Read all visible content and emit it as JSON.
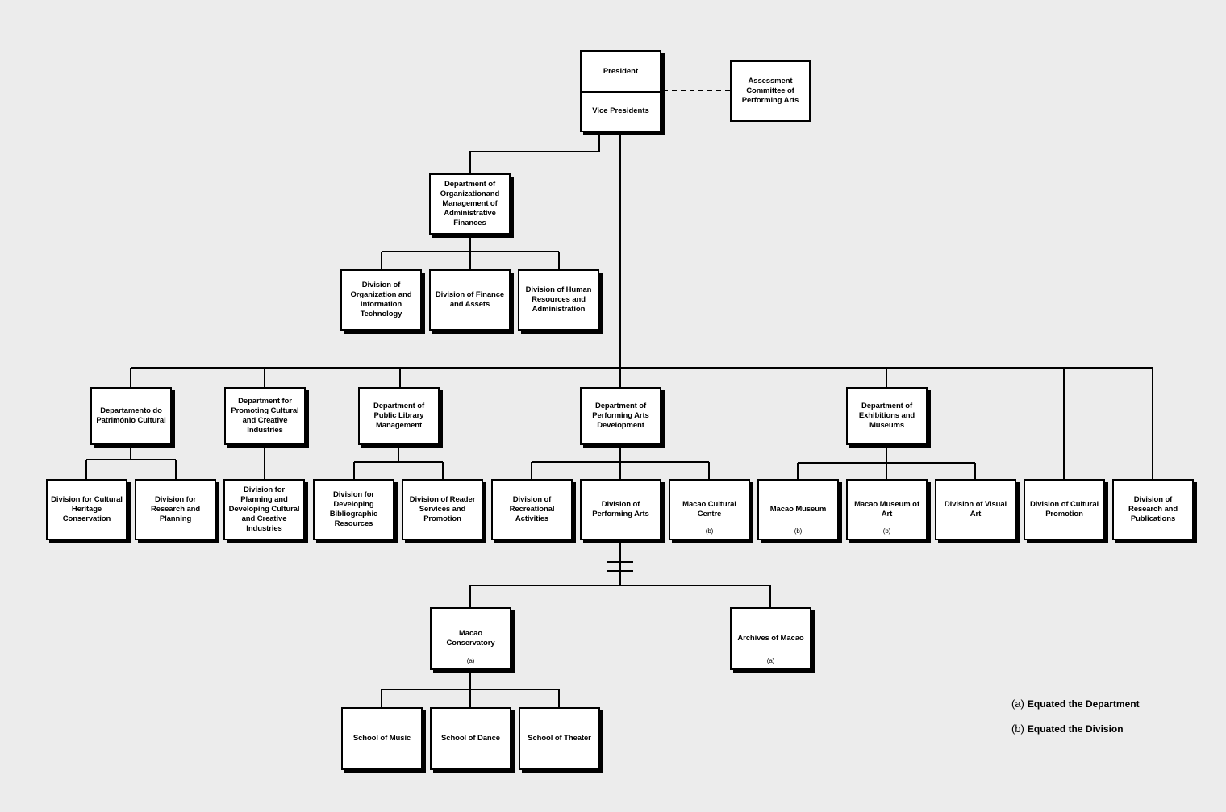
{
  "top": {
    "president": "President",
    "vice_presidents": "Vice Presidents",
    "assessment": "Assessment Committee of Performing Arts"
  },
  "admin": {
    "department": "Department of Organizationand Management of Administrative Finances",
    "divisions": [
      "Division of Organization and Information Technology",
      "Division of Finance and Assets",
      "Division of Human Resources and Administration"
    ]
  },
  "departments": [
    "Departamento do Património Cultural",
    "Department for Promoting Cultural and Creative Industries",
    "Department of Public Library Management",
    "Department of Performing Arts Development",
    "Department of Exhibitions and Museums"
  ],
  "divisions": [
    {
      "label": "Division for Cultural Heritage Conservation",
      "note": ""
    },
    {
      "label": "Division for Research and Planning",
      "note": ""
    },
    {
      "label": "Division for Planning and Developing Cultural and Creative Industries",
      "note": ""
    },
    {
      "label": "Division for Developing Bibliographic Resources",
      "note": ""
    },
    {
      "label": "Division of Reader Services and Promotion",
      "note": ""
    },
    {
      "label": "Division of Recreational Activities",
      "note": ""
    },
    {
      "label": "Division of Performing Arts",
      "note": ""
    },
    {
      "label": "Macao Cultural Centre",
      "note": "(b)"
    },
    {
      "label": "Macao Museum",
      "note": "(b)"
    },
    {
      "label": "Macao Museum of Art",
      "note": "(b)"
    },
    {
      "label": "Division of Visual Art",
      "note": ""
    },
    {
      "label": "Division of Cultural Promotion",
      "note": ""
    },
    {
      "label": "Division of Research and Publications",
      "note": ""
    }
  ],
  "bottom": {
    "conservatory": "Macao Conservatory",
    "conservatory_note": "(a)",
    "archives": "Archives of Macao",
    "archives_note": "(a)",
    "schools": [
      "School of Music",
      "School of Dance",
      "School of Theater"
    ]
  },
  "legend": [
    {
      "mark": "(a)",
      "text": "Equated the Department"
    },
    {
      "mark": "(b)",
      "text": "Equated the Division"
    }
  ]
}
